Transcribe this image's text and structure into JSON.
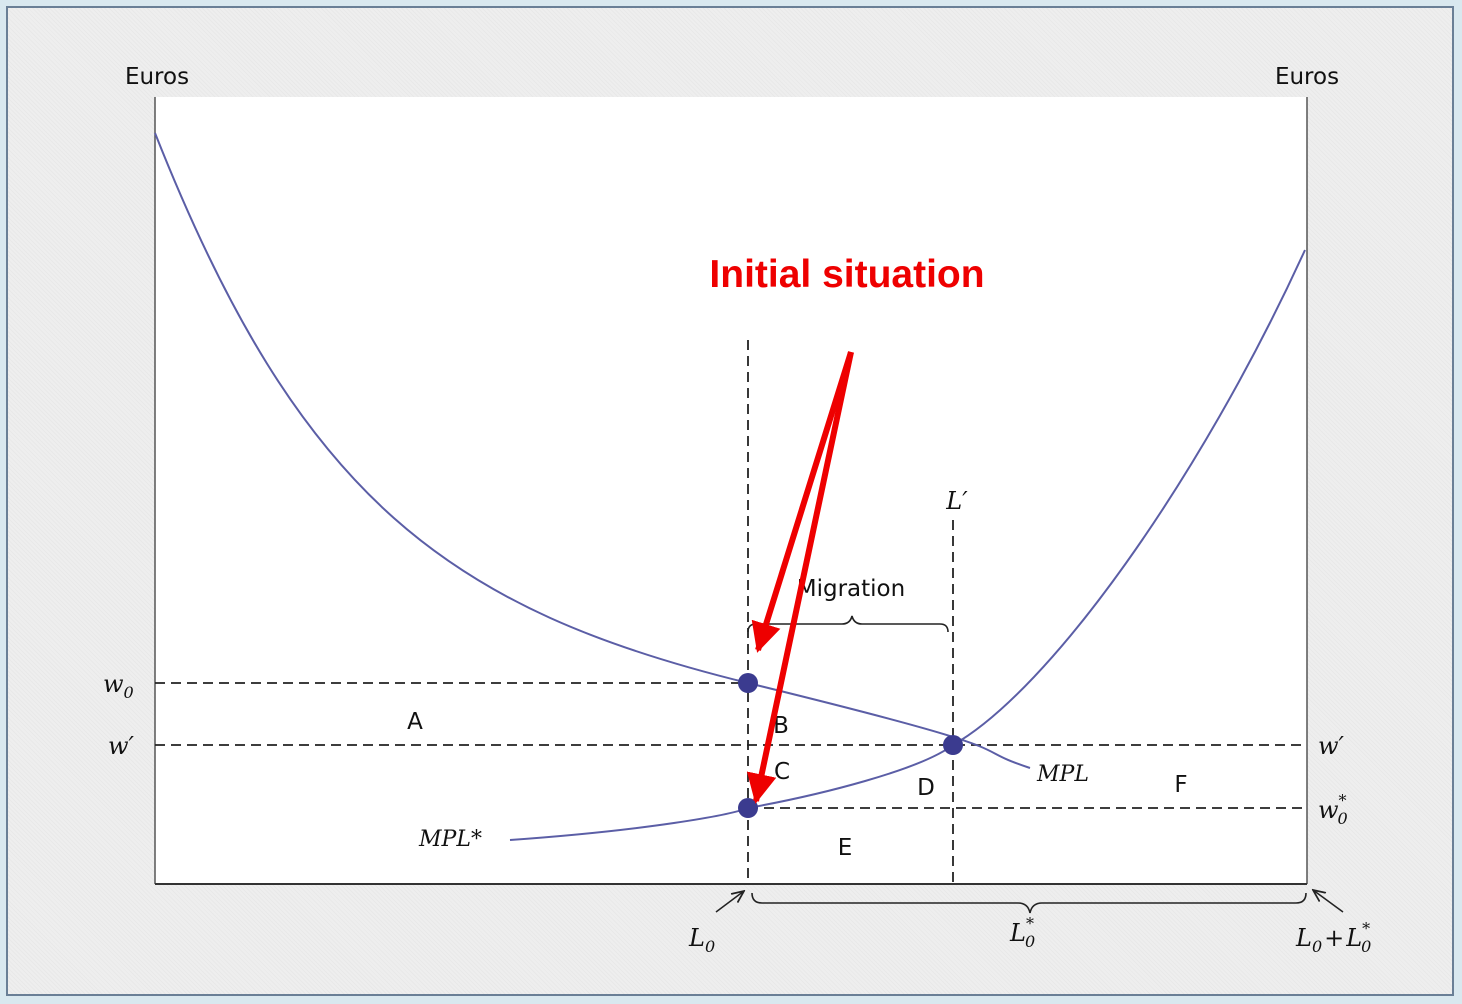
{
  "axes": {
    "left_label": "Euros",
    "right_label": "Euros"
  },
  "wage_labels": {
    "w0_main": "w",
    "w0_sub": "0",
    "wprime_left": "w′",
    "wprime_right": "w′",
    "w0star_main": "w",
    "w0star_sub": "0",
    "w0star_sup": "*"
  },
  "curves": {
    "mpl_label": "MPL",
    "mplstar_label": "MPL*",
    "curve_color": "#5b5ea6"
  },
  "regions": {
    "a": "A",
    "b": "B",
    "c": "C",
    "d": "D",
    "e": "E",
    "f": "F"
  },
  "labor": {
    "lprime": "L′",
    "migration": "Migration",
    "l0_main": "L",
    "l0_sub": "0",
    "l0star_main": "L",
    "l0star_sub": "0",
    "l0star_sup": "*",
    "total_a_main": "L",
    "total_a_sub": "0",
    "total_plus": "+",
    "total_b_main": "L",
    "total_b_sub": "0",
    "total_b_sup": "*"
  },
  "annotation": {
    "text": "Initial situation",
    "color": "#ee0000"
  },
  "point_color": "#3b3b8f"
}
